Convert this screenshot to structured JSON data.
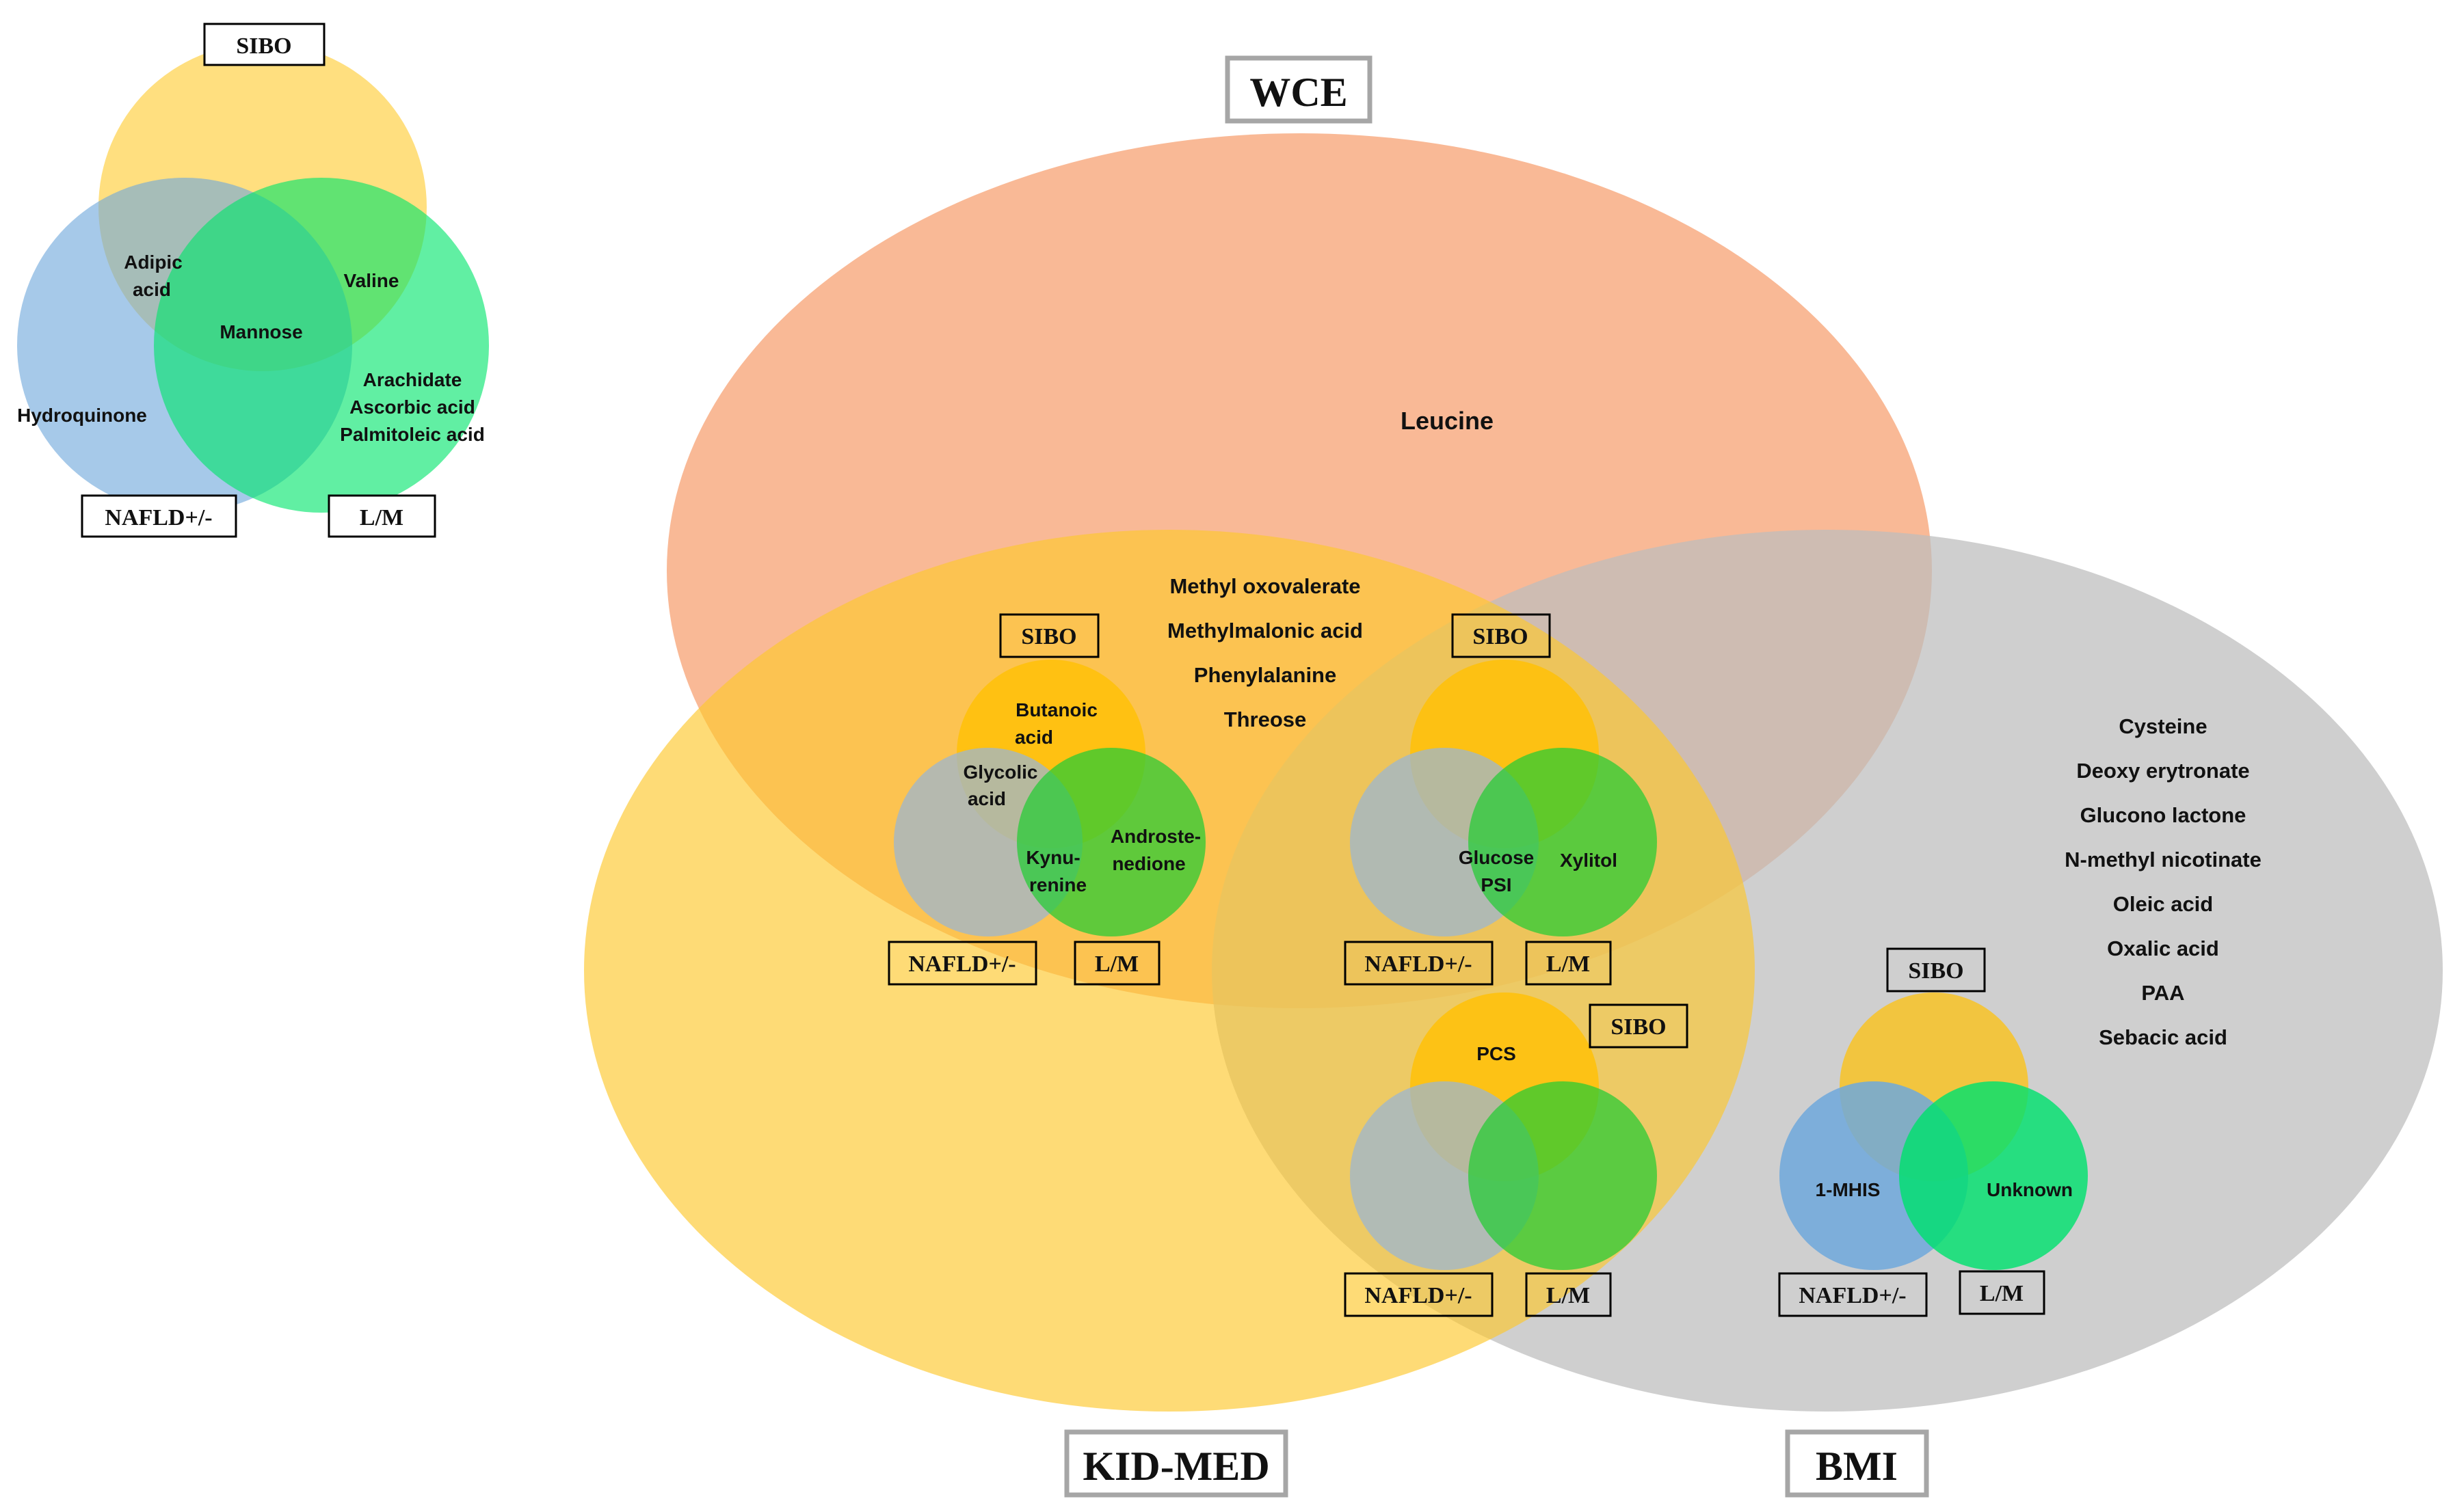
{
  "titles": {
    "wce": "WCE",
    "kidmed": "KID-MED",
    "bmi": "BMI"
  },
  "venn_labels": {
    "sibo": "SIBO",
    "nafld": "NAFLD+/-",
    "lm": "L/M"
  },
  "colors": {
    "wce": "#f7a579",
    "kidmed": "#fed74f",
    "bmi": "#c3c3c3",
    "sibo": "#ffc107",
    "nafld": "#8ab4df",
    "lm": "#27d37a"
  },
  "top_left_venn": {
    "sibo_nafld": [
      "Adipic",
      "acid"
    ],
    "center": "Mannose",
    "sibo_lm": "Valine",
    "nafld_only": "Hydroquinone",
    "lm_only": [
      "Arachidate",
      "Ascorbic acid",
      "Palmitoleic acid"
    ]
  },
  "wce_only": "Leucine",
  "wce_kidmed": [
    "Methyl oxovalerate",
    "Methylmalonic acid",
    "Phenylalanine",
    "Threose"
  ],
  "venn_wce_kidmed": {
    "sibo_only": [
      "Butanoic",
      "acid"
    ],
    "sibo_nafld": [
      "Glycolic",
      "acid"
    ],
    "nafld_lm": [
      "Kynu-",
      "renine"
    ],
    "lm_only": [
      "Androste-",
      "nedione"
    ]
  },
  "venn_all_three": {
    "center": [
      "Glucose",
      "PSI"
    ],
    "lm_only": "Xylitol"
  },
  "venn_kidmed_bmi": {
    "sibo_only": "PCS"
  },
  "bmi_only": [
    "Cysteine",
    "Deoxy erytronate",
    "Glucono lactone",
    "N-methyl nicotinate",
    "Oleic acid",
    "Oxalic acid",
    "PAA",
    "Sebacic acid"
  ],
  "venn_bmi": {
    "nafld_only": "1-MHIS",
    "lm_only": "Unknown"
  }
}
